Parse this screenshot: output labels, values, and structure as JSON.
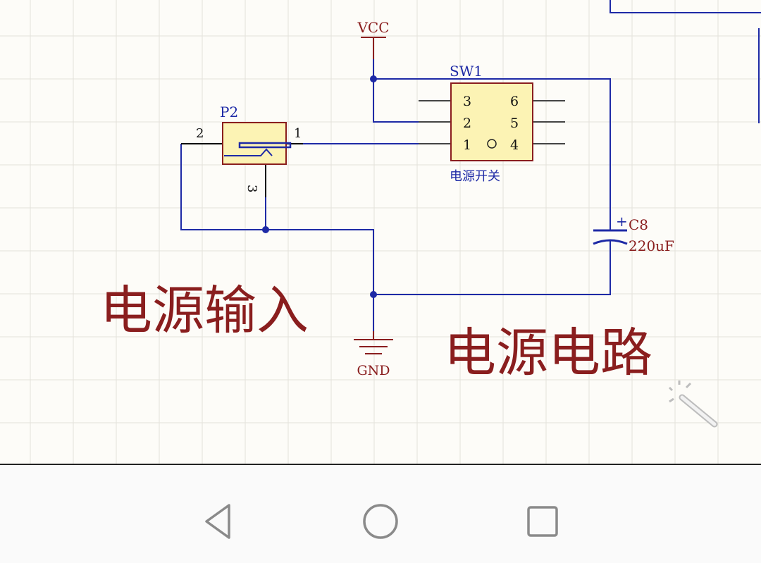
{
  "schematic": {
    "components": {
      "vcc": {
        "label": "VCC"
      },
      "gnd": {
        "label": "GND"
      },
      "p2": {
        "designator": "P2",
        "pin_1": "1",
        "pin_2": "2",
        "pin_3": "3"
      },
      "sw1": {
        "designator": "SW1",
        "comment": "电源开关",
        "pins_left": [
          "3",
          "2",
          "1"
        ],
        "pins_right": [
          "6",
          "5",
          "4"
        ]
      },
      "c8": {
        "designator": "C8",
        "value": "220uF",
        "polarity": "+"
      }
    },
    "texts": {
      "power_input": "电源输入",
      "power_circuit": "电源电路"
    }
  },
  "colors": {
    "wire": "#1e2aa6",
    "label": "#8a1e1e",
    "component_fill": "#fcf3b4",
    "grid": "#e4e2da",
    "sheet_background": "#fdfcf8"
  },
  "nav": {
    "back_icon": "back-triangle-icon",
    "home_icon": "home-circle-icon",
    "recents_icon": "recents-square-icon"
  }
}
